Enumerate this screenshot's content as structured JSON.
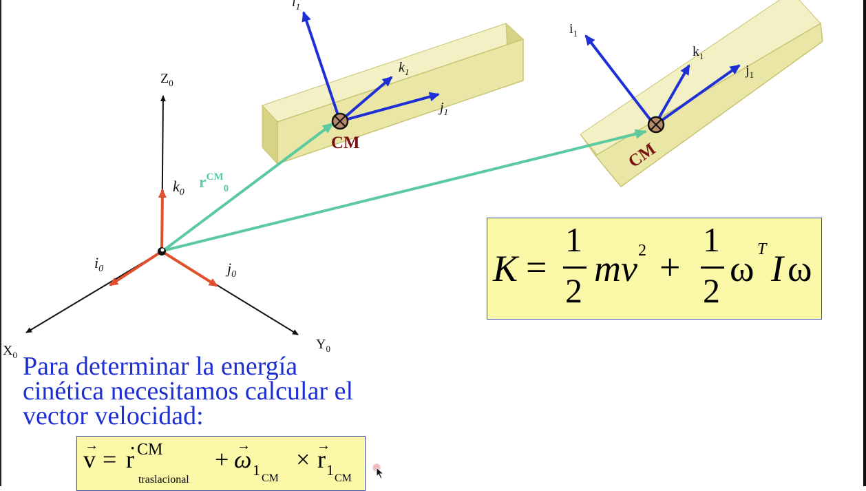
{
  "world_frame": {
    "z_label": "Z",
    "z_sub": "0",
    "x_label": "X",
    "x_sub": "0",
    "y_label": "Y",
    "y_sub": "0",
    "k_label": "k",
    "k_sub": "0",
    "i_label": "i",
    "i_sub": "0",
    "j_label": "j",
    "j_sub": "0"
  },
  "position_vector": {
    "label": "r",
    "sup": "CM",
    "sub": "0"
  },
  "body_1": {
    "cm_label": "CM",
    "i_label": "i",
    "i_sub": "1",
    "j_label": "j",
    "j_sub": "1",
    "k_label": "k",
    "k_sub": "1"
  },
  "body_2": {
    "cm_label": "CM",
    "i_label": "i",
    "i_sub": "1",
    "j_label": "j",
    "j_sub": "1",
    "k_label": "k",
    "k_sub": "1"
  },
  "energy_equation": {
    "lhs": "K",
    "equals": "=",
    "frac1_num": "1",
    "frac1_den": "2",
    "term1": "mv",
    "term1_exp": "2",
    "plus": "+",
    "frac2_num": "1",
    "frac2_den": "2",
    "omega": "ω",
    "omega_exp": "T",
    "inertia": "I",
    "omega2": "ω"
  },
  "description": {
    "line1": "Para determinar la energía",
    "line2": "cinética necesitamos calcular el",
    "line3": "vector velocidad:"
  },
  "velocity_equation": {
    "v": "v",
    "equals": "=",
    "r_dot": "r",
    "r_sup": "CM",
    "r_sub": "traslacional",
    "plus": "+",
    "omega": "ω",
    "omega_sub": "1",
    "omega_subsub": "CM",
    "times": "×",
    "r2": "r",
    "r2_sub": "1",
    "r2_subsub": "CM"
  },
  "colors": {
    "axis_black": "#111111",
    "axis_red": "#e0502c",
    "axis_blue": "#1e2fd6",
    "vector_green": "#5cc9a0",
    "body_fill": "#e9e6a6",
    "body_edge": "#c9c472",
    "cm_label": "#7a1212",
    "box_fill": "#fbf8a8",
    "text_blue": "#1d2fd0"
  }
}
